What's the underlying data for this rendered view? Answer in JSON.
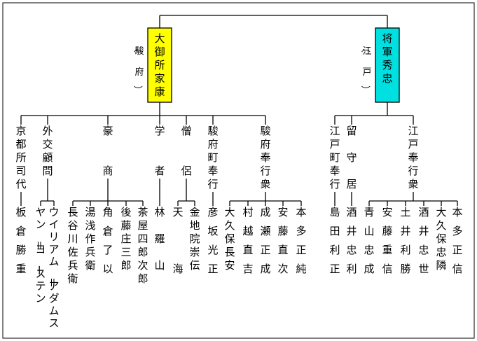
{
  "colors": {
    "ieyasu_box": "#ffff00",
    "hidetada_box": "#00e0e0",
    "line": "#000000"
  },
  "ieyasu": {
    "title": "大御所家康",
    "place": "（駿　府）"
  },
  "hidetada": {
    "title": "将軍秀忠",
    "place": "（江　戸）"
  },
  "ieyasu_branches": [
    {
      "label": "京都所司代",
      "members": [
        "板倉勝重"
      ]
    },
    {
      "label": "外交顧問",
      "members": [
        "ウイリアム＝アダムス",
        "ヤン＝ヨーステン"
      ]
    },
    {
      "label": "豪　　商",
      "members": [
        "茶屋四郎次郎",
        "後藤庄三郎",
        "角倉了以",
        "湯浅作兵衛",
        "長谷川佐兵衛"
      ]
    },
    {
      "label": "学　　者",
      "members": [
        "林　羅　山"
      ]
    },
    {
      "label": "僧　　侶",
      "members": [
        "金地院崇伝",
        "天　　海"
      ]
    },
    {
      "label": "駿府町奉行",
      "members": [
        "彦坂光正"
      ]
    },
    {
      "label": "駿府奉行衆",
      "members": [
        "本多正純",
        "安藤直次",
        "成瀬正成",
        "村越直吉",
        "大久保長安"
      ]
    }
  ],
  "hidetada_branches": [
    {
      "label": "江戸町奉行",
      "members": [
        "島田利正"
      ]
    },
    {
      "label": "留　守　居",
      "members": [
        "酒井忠利"
      ]
    },
    {
      "label": "江戸奉行衆",
      "members": [
        "本多正信",
        "大久保忠隣",
        "酒井忠世",
        "土井利勝",
        "安藤重信",
        "青山忠成"
      ]
    }
  ]
}
